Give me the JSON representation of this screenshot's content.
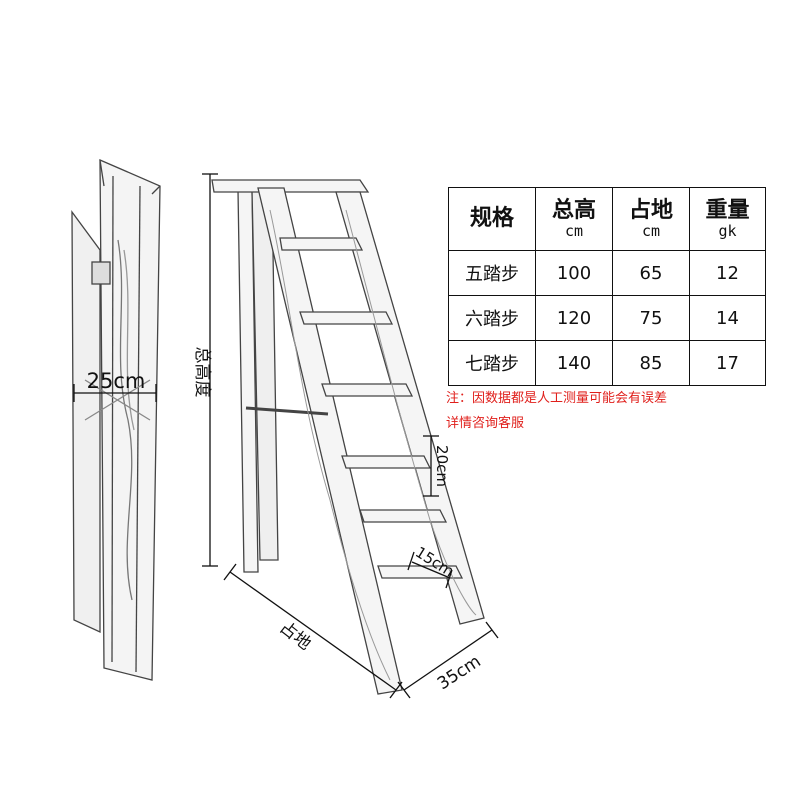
{
  "dimensions": {
    "width_label": "25cm",
    "height_label": "总高度",
    "step_gap_label": "20cm",
    "step_depth_label": "15cm",
    "footprint_label": "占地",
    "depth_label": "35cm"
  },
  "table": {
    "headers": [
      {
        "label": "规格",
        "unit": ""
      },
      {
        "label": "总高",
        "unit": "cm"
      },
      {
        "label": "占地",
        "unit": "cm"
      },
      {
        "label": "重量",
        "unit": "gk"
      }
    ],
    "rows": [
      [
        "五踏步",
        "100",
        "65",
        "12"
      ],
      [
        "六踏步",
        "120",
        "75",
        "14"
      ],
      [
        "七踏步",
        "140",
        "85",
        "17"
      ]
    ]
  },
  "note": {
    "line1": "注：因数据都是人工测量可能会有误差",
    "line2": "详情咨询客服"
  },
  "colors": {
    "note": "#e0201c",
    "lines": "#222222"
  }
}
